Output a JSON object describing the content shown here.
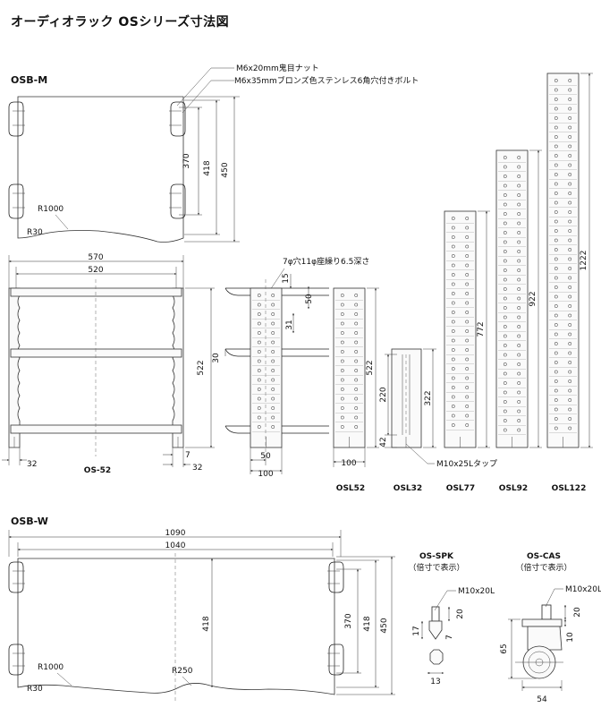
{
  "title": "オーディオラック OSシリーズ寸法図",
  "osb_m": {
    "section_label": "OSB-M",
    "callout_nut": "M6x20mm鬼目ナット",
    "callout_bolt": "M6x35mmブロンズ色ステンレス6角穴付きボルト",
    "dims": {
      "d370": "370",
      "d418": "418",
      "d450": "450",
      "r1000": "R1000",
      "r30": "R30"
    }
  },
  "os52": {
    "caption": "OS-52",
    "dims": {
      "w570": "570",
      "w520": "520",
      "h522": "522",
      "d30": "30",
      "d32_left": "32",
      "d7": "7",
      "d32_right": "32"
    }
  },
  "osl_detail": {
    "hole_callout": "7φ穴11φ座繰り6.5深さ",
    "dims": {
      "d15": "15",
      "d50": "50",
      "d31": "31",
      "w50": "50",
      "w100": "100",
      "w100b": "100",
      "h522": "522"
    }
  },
  "osl32": {
    "dims": {
      "d220": "220",
      "d42": "42"
    },
    "tap_callout": "M10x25Lタップ"
  },
  "posts": {
    "osl52_label": "OSL52",
    "osl32_label": "OSL32",
    "osl77_label": "OSL77",
    "osl92_label": "OSL92",
    "osl122_label": "OSL122",
    "h322": "322",
    "h772": "772",
    "h922": "922",
    "h1222": "1222"
  },
  "osb_w": {
    "section_label": "OSB-W",
    "dims": {
      "w1090": "1090",
      "w1040": "1040",
      "d418_inner": "418",
      "d370": "370",
      "d418": "418",
      "d450": "450",
      "r1000": "R1000",
      "r250": "R250",
      "r30": "R30"
    }
  },
  "os_spk": {
    "title": "OS-SPK",
    "subtitle": "（倍寸で表示）",
    "callout": "M10x20L",
    "dims": {
      "d20": "20",
      "d17": "17",
      "d7": "7",
      "d13": "13"
    }
  },
  "os_cas": {
    "title": "OS-CAS",
    "subtitle": "（倍寸で表示）",
    "callout": "M10x20L",
    "dims": {
      "d20": "20",
      "d10": "10",
      "d65": "65",
      "d54": "54"
    }
  }
}
